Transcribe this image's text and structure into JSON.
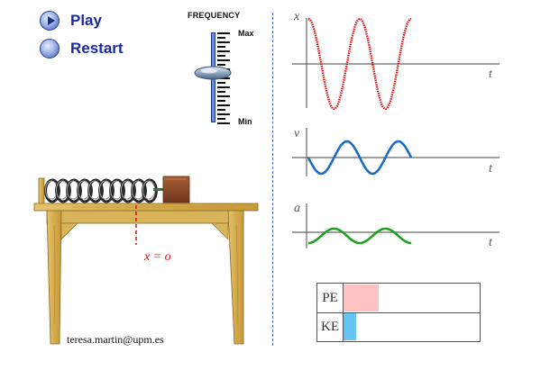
{
  "controls": {
    "play_label": "Play",
    "restart_label": "Restart"
  },
  "frequency": {
    "title": "FREQUENCY",
    "max_label": "Max",
    "min_label": "Min",
    "level": 0.55
  },
  "scene": {
    "equilibrium_label": "x = o",
    "author_email": "teresa.martin@upm.es"
  },
  "graphs": [
    {
      "name": "x",
      "y_label": "x",
      "t_label": "t",
      "color": "#dd1111",
      "amplitude": 50,
      "phase": 1.5708,
      "periods": 2.0
    },
    {
      "name": "v",
      "y_label": "v",
      "t_label": "t",
      "color": "#1a6cc4",
      "amplitude": 18,
      "phase": 3.1416,
      "periods": 2.0
    },
    {
      "name": "a",
      "y_label": "a",
      "t_label": "t",
      "color": "#1fa31f",
      "amplitude": 8,
      "phase": 4.7124,
      "periods": 2.0
    }
  ],
  "energy": {
    "pe_label": "PE",
    "ke_label": "KE",
    "pe_fraction": 0.26,
    "ke_fraction": 0.09,
    "pe_color": "#ffc2c2",
    "ke_color": "#66c4f2"
  },
  "colors": {
    "accent": "#1a2aa0",
    "divider": "#4a6cc8",
    "table_wood": "#d9b45a",
    "block": "#8b4a2a"
  }
}
